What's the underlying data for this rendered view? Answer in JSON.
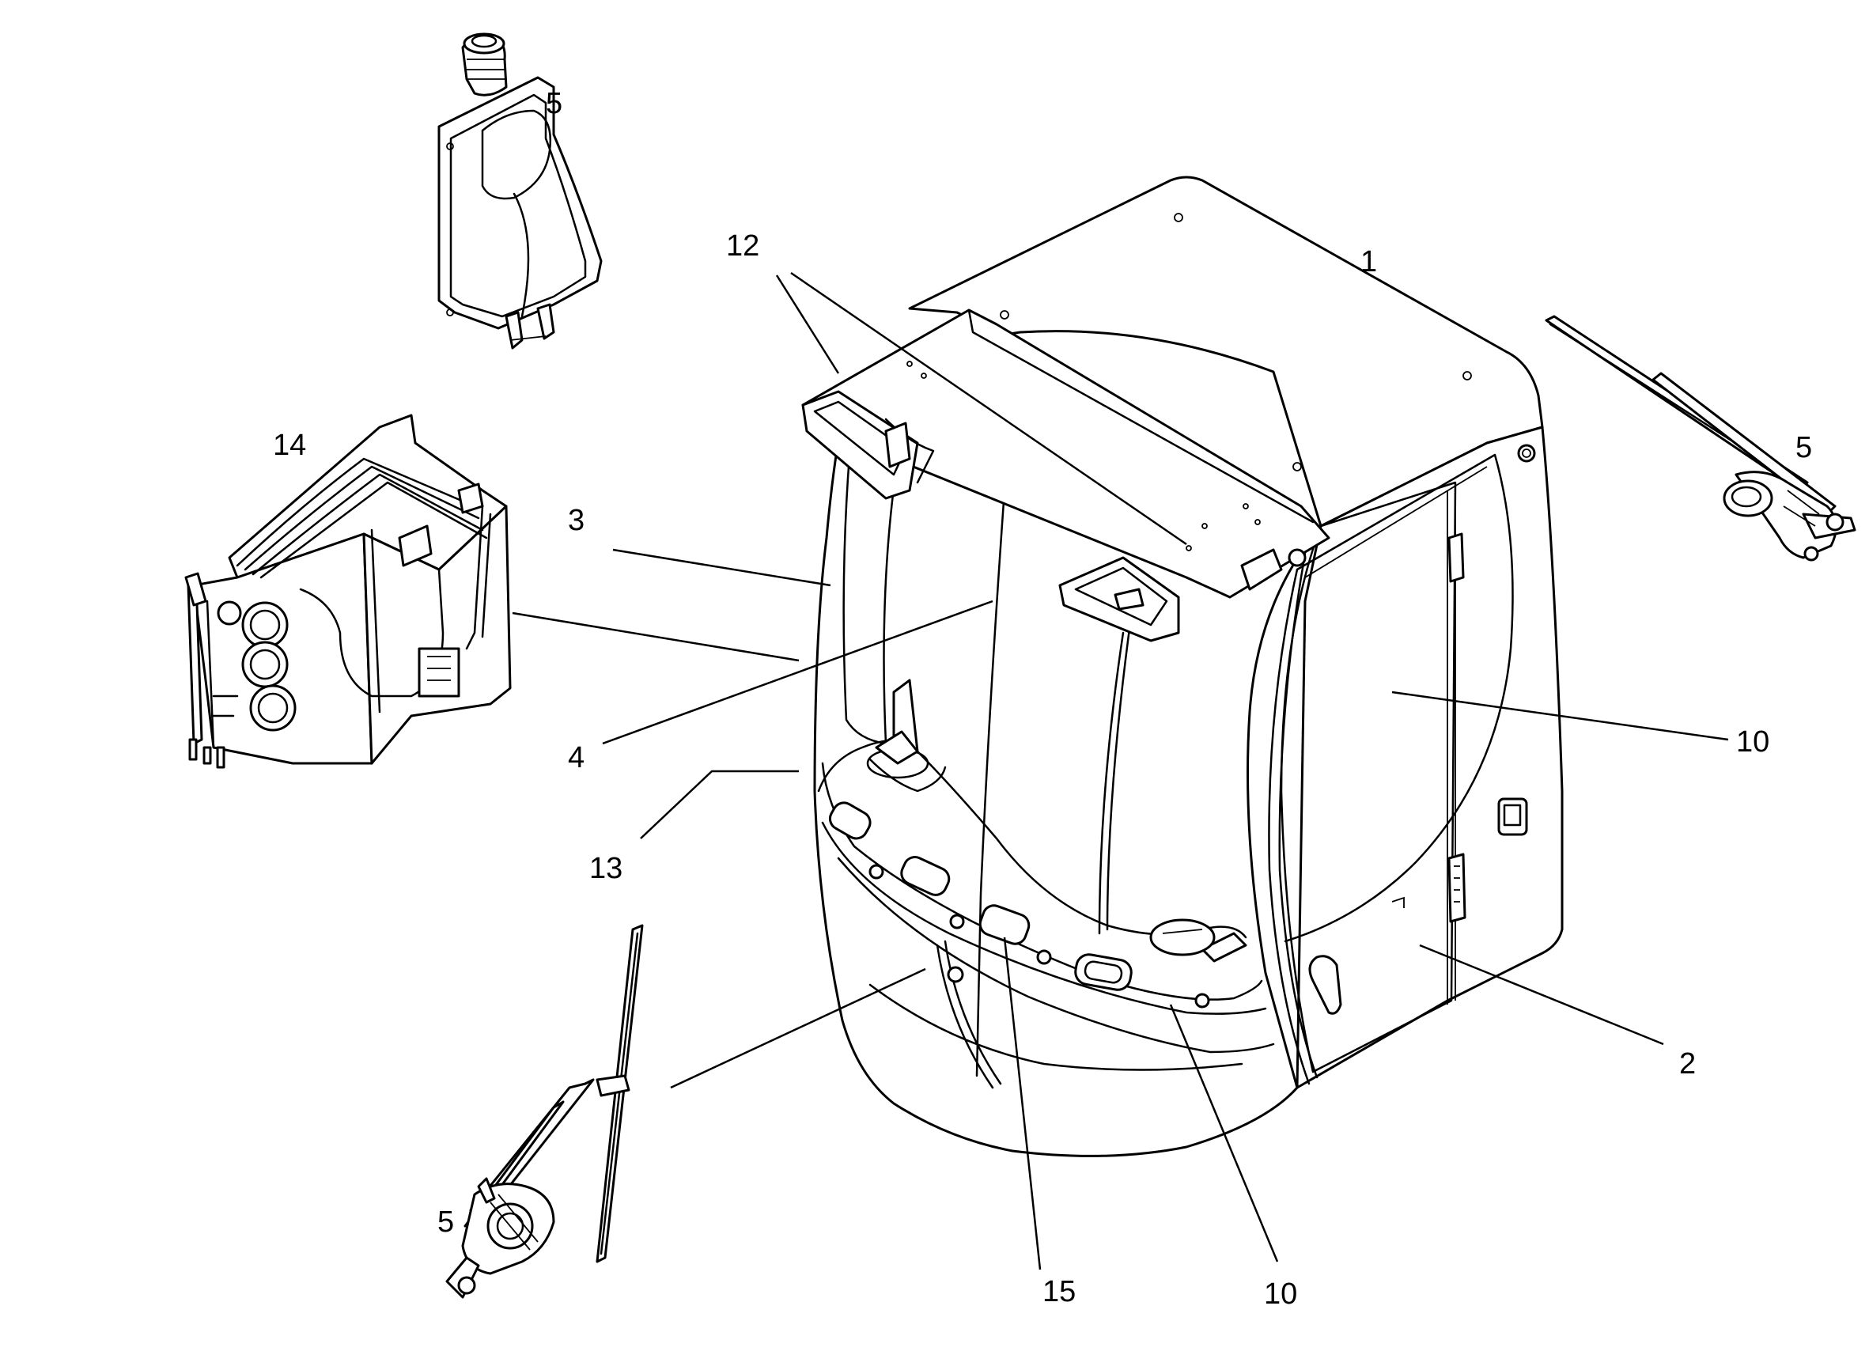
{
  "callouts": {
    "c1": "1",
    "c2": "2",
    "c3": "3",
    "c4": "4",
    "c5_tank": "5",
    "c5_rear_wiper": "5",
    "c5_front_wiper": "5",
    "c10_door": "10",
    "c10_bottom": "10",
    "c12": "12",
    "c13": "13",
    "c14": "14",
    "c15": "15"
  }
}
